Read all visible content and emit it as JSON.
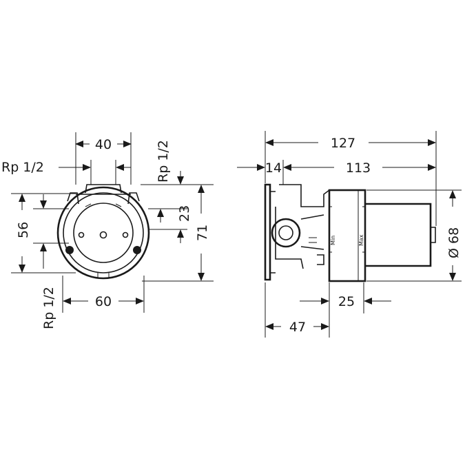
{
  "front_view": {
    "dim_width_top": "40",
    "dim_rp_left": "Rp 1/2",
    "dim_rp_top_right": "Rp 1/2",
    "dim_rp_bottom_left": "Rp 1/2",
    "dim_56": "56",
    "dim_23": "23",
    "dim_71": "71",
    "dim_60": "60"
  },
  "side_view": {
    "dim_127": "127",
    "dim_14": "14",
    "dim_113": "113",
    "dim_diameter": "Ø 68",
    "dim_25": "25",
    "dim_47": "47",
    "mark_min": "Min",
    "mark_max": "Max"
  }
}
